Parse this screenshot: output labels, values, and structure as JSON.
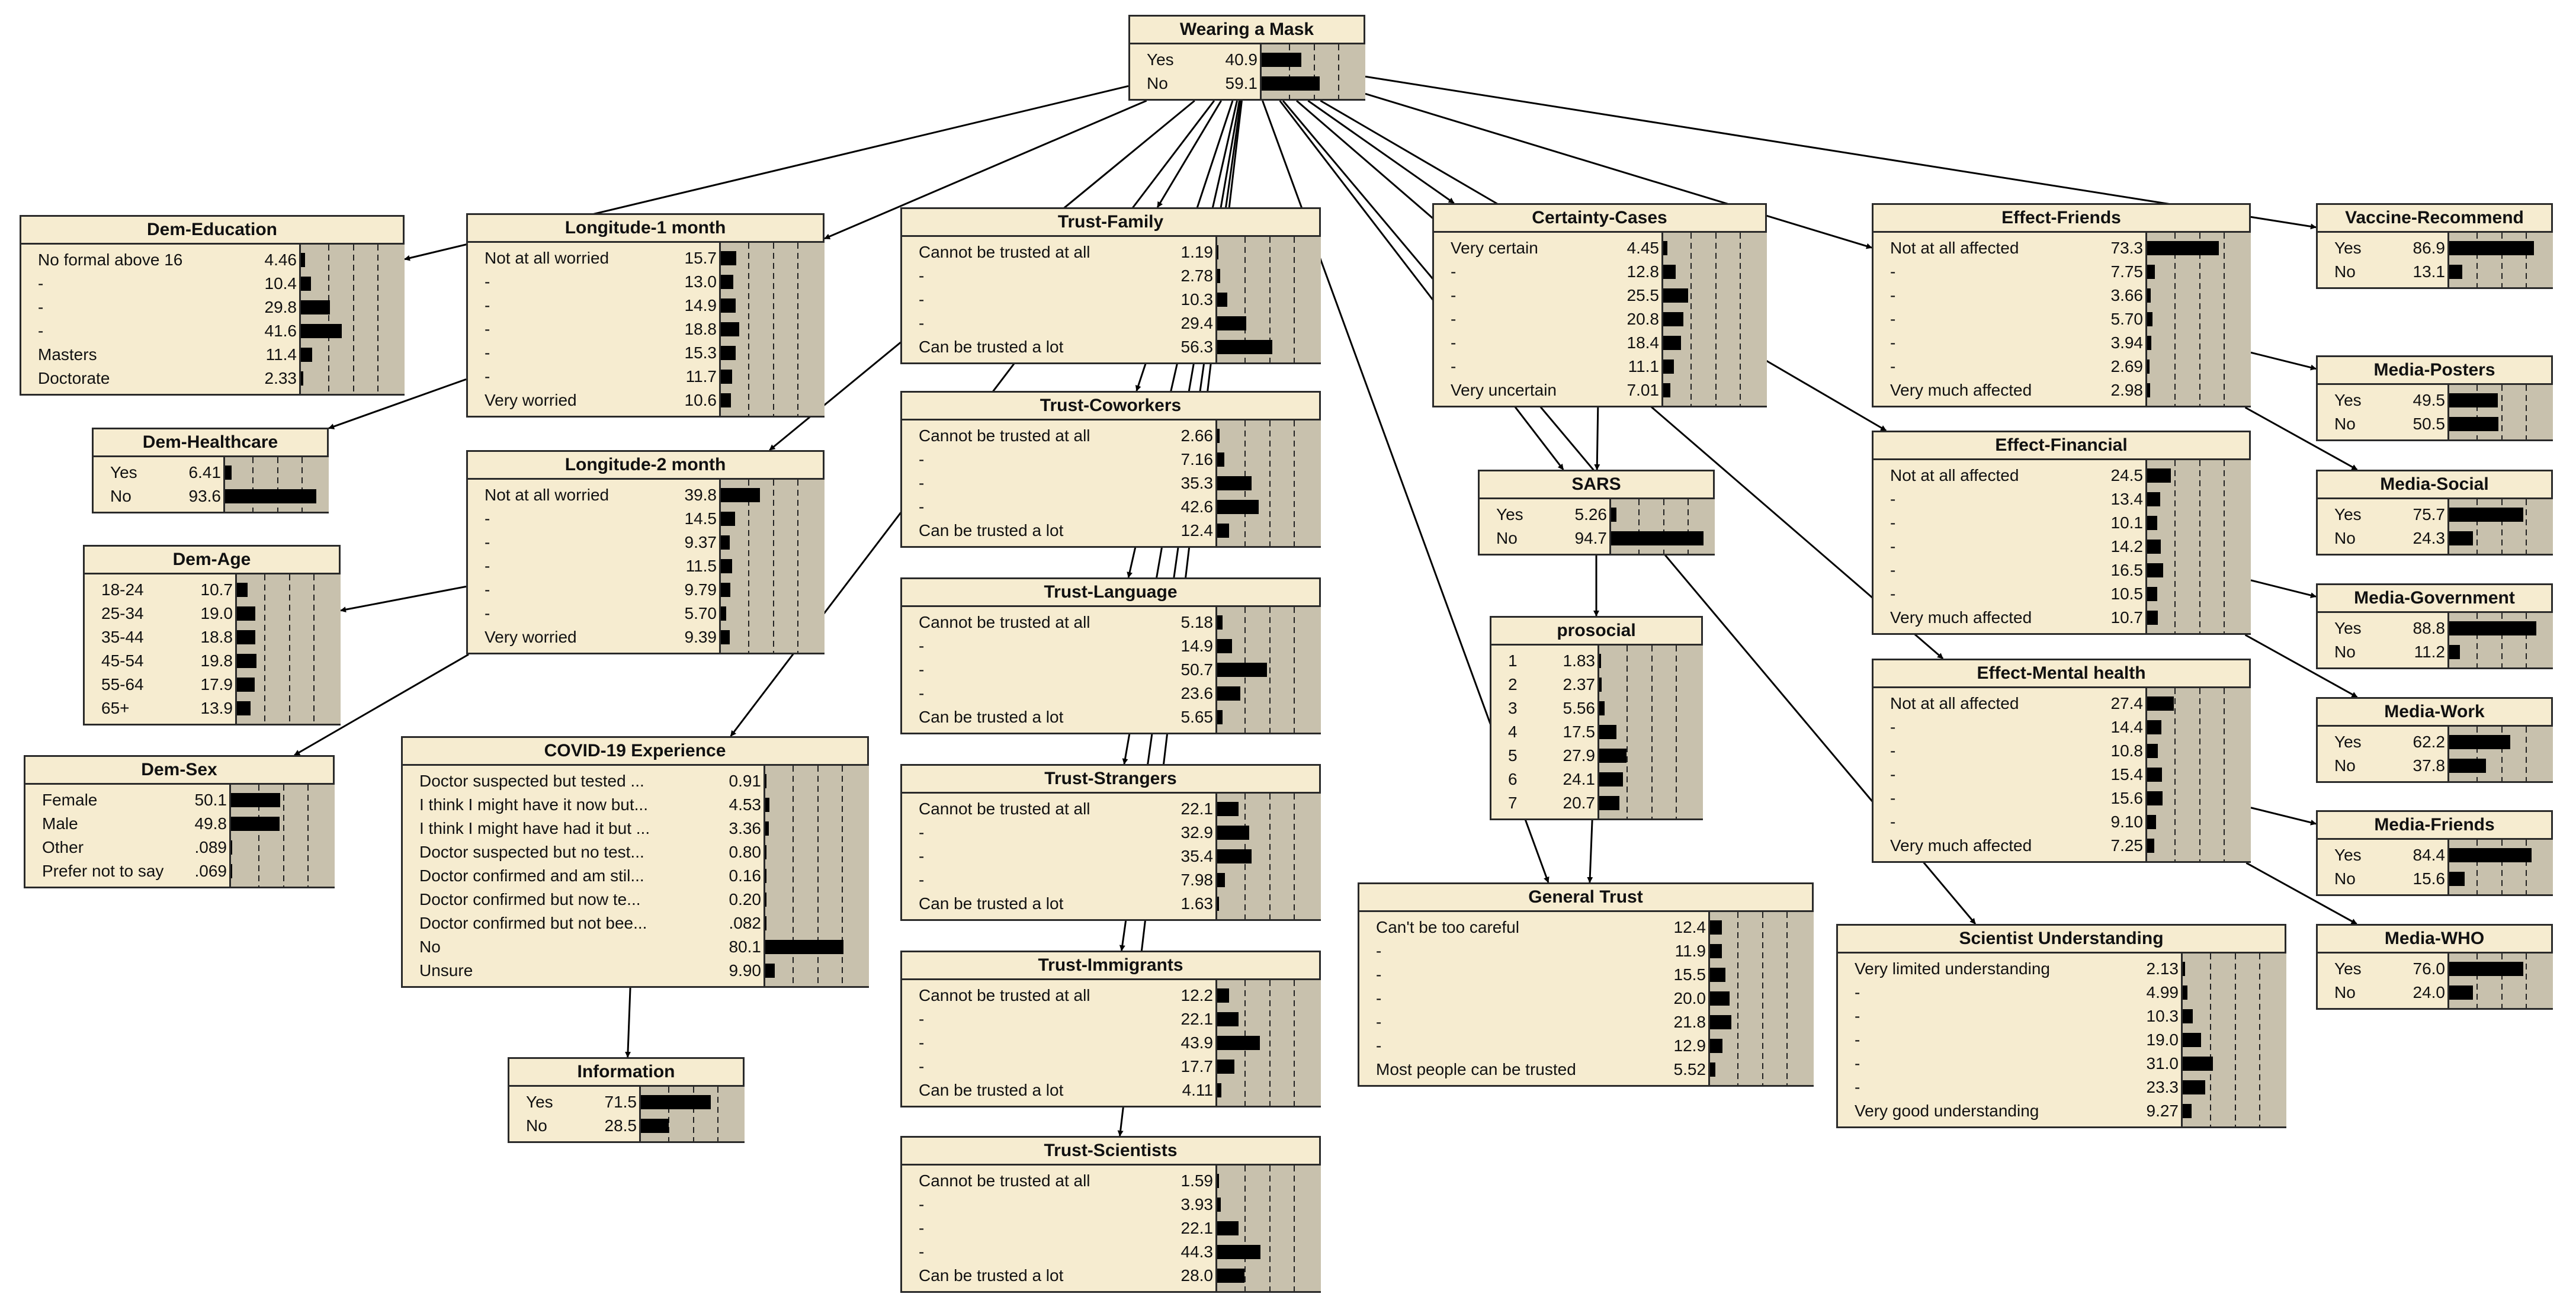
{
  "nodes": [
    {
      "id": "mask",
      "title": "Wearing a Mask",
      "states": [
        [
          "Yes",
          "40.9"
        ],
        [
          "No",
          "59.1"
        ]
      ]
    },
    {
      "id": "edu",
      "title": "Dem-Education",
      "states": [
        [
          "No formal above 16",
          "4.46"
        ],
        [
          "-",
          "10.4"
        ],
        [
          "-",
          "29.8"
        ],
        [
          "-",
          "41.6"
        ],
        [
          "Masters",
          "11.4"
        ],
        [
          "Doctorate",
          "2.33"
        ]
      ]
    },
    {
      "id": "lon1",
      "title": "Longitude-1 month",
      "states": [
        [
          "Not at all worried",
          "15.7"
        ],
        [
          "-",
          "13.0"
        ],
        [
          "-",
          "14.9"
        ],
        [
          "-",
          "18.8"
        ],
        [
          "-",
          "15.3"
        ],
        [
          "-",
          "11.7"
        ],
        [
          "Very worried",
          "10.6"
        ]
      ]
    },
    {
      "id": "lon2",
      "title": "Longitude-2 month",
      "states": [
        [
          "Not at all worried",
          "39.8"
        ],
        [
          "-",
          "14.5"
        ],
        [
          "-",
          "9.37"
        ],
        [
          "-",
          "11.5"
        ],
        [
          "-",
          "9.79"
        ],
        [
          "-",
          "5.70"
        ],
        [
          "Very worried",
          "9.39"
        ]
      ]
    },
    {
      "id": "health",
      "title": "Dem-Healthcare",
      "states": [
        [
          "Yes",
          "6.41"
        ],
        [
          "No",
          "93.6"
        ]
      ]
    },
    {
      "id": "age",
      "title": "Dem-Age",
      "states": [
        [
          "18-24",
          "10.7"
        ],
        [
          "25-34",
          "19.0"
        ],
        [
          "35-44",
          "18.8"
        ],
        [
          "45-54",
          "19.8"
        ],
        [
          "55-64",
          "17.9"
        ],
        [
          "65+",
          "13.9"
        ]
      ]
    },
    {
      "id": "sex",
      "title": "Dem-Sex",
      "states": [
        [
          "Female",
          "50.1"
        ],
        [
          "Male",
          "49.8"
        ],
        [
          "Other",
          ".089"
        ],
        [
          "Prefer not to say",
          ".069"
        ]
      ]
    },
    {
      "id": "covid",
      "title": "COVID-19 Experience",
      "states": [
        [
          "Doctor suspected but tested ...",
          "0.91"
        ],
        [
          "I think I might have it now but...",
          "4.53"
        ],
        [
          "I think I might have had it but ...",
          "3.36"
        ],
        [
          "Doctor suspected but no test...",
          "0.80"
        ],
        [
          "Doctor confirmed and am stil...",
          "0.16"
        ],
        [
          "Doctor confirmed but now te...",
          "0.20"
        ],
        [
          "Doctor confirmed but not bee...",
          ".082"
        ],
        [
          "No",
          "80.1"
        ],
        [
          "Unsure",
          "9.90"
        ]
      ]
    },
    {
      "id": "info",
      "title": "Information",
      "states": [
        [
          "Yes",
          "71.5"
        ],
        [
          "No",
          "28.5"
        ]
      ]
    },
    {
      "id": "tfam",
      "title": "Trust-Family",
      "states": [
        [
          "Cannot be trusted at all",
          "1.19"
        ],
        [
          "-",
          "2.78"
        ],
        [
          "-",
          "10.3"
        ],
        [
          "-",
          "29.4"
        ],
        [
          "Can be trusted a lot",
          "56.3"
        ]
      ]
    },
    {
      "id": "tcow",
      "title": "Trust-Coworkers",
      "states": [
        [
          "Cannot be trusted at all",
          "2.66"
        ],
        [
          "-",
          "7.16"
        ],
        [
          "-",
          "35.3"
        ],
        [
          "-",
          "42.6"
        ],
        [
          "Can be trusted a lot",
          "12.4"
        ]
      ]
    },
    {
      "id": "tlang",
      "title": "Trust-Language",
      "states": [
        [
          "Cannot be trusted at all",
          "5.18"
        ],
        [
          "-",
          "14.9"
        ],
        [
          "-",
          "50.7"
        ],
        [
          "-",
          "23.6"
        ],
        [
          "Can be trusted a lot",
          "5.65"
        ]
      ]
    },
    {
      "id": "tstr",
      "title": "Trust-Strangers",
      "states": [
        [
          "Cannot be trusted at all",
          "22.1"
        ],
        [
          "-",
          "32.9"
        ],
        [
          "-",
          "35.4"
        ],
        [
          "-",
          "7.98"
        ],
        [
          "Can be trusted a lot",
          "1.63"
        ]
      ]
    },
    {
      "id": "timm",
      "title": "Trust-Immigrants",
      "states": [
        [
          "Cannot be trusted at all",
          "12.2"
        ],
        [
          "-",
          "22.1"
        ],
        [
          "-",
          "43.9"
        ],
        [
          "-",
          "17.7"
        ],
        [
          "Can be trusted a lot",
          "4.11"
        ]
      ]
    },
    {
      "id": "tsci",
      "title": "Trust-Scientists",
      "states": [
        [
          "Cannot be trusted at all",
          "1.59"
        ],
        [
          "-",
          "3.93"
        ],
        [
          "-",
          "22.1"
        ],
        [
          "-",
          "44.3"
        ],
        [
          "Can be trusted a lot",
          "28.0"
        ]
      ]
    },
    {
      "id": "cert",
      "title": "Certainty-Cases",
      "states": [
        [
          "Very certain",
          "4.45"
        ],
        [
          "-",
          "12.8"
        ],
        [
          "-",
          "25.5"
        ],
        [
          "-",
          "20.8"
        ],
        [
          "-",
          "18.4"
        ],
        [
          "-",
          "11.1"
        ],
        [
          "Very uncertain",
          "7.01"
        ]
      ]
    },
    {
      "id": "sars",
      "title": "SARS",
      "states": [
        [
          "Yes",
          "5.26"
        ],
        [
          "No",
          "94.7"
        ]
      ]
    },
    {
      "id": "pro",
      "title": "prosocial",
      "states": [
        [
          "1",
          "1.83"
        ],
        [
          "2",
          "2.37"
        ],
        [
          "3",
          "5.56"
        ],
        [
          "4",
          "17.5"
        ],
        [
          "5",
          "27.9"
        ],
        [
          "6",
          "24.1"
        ],
        [
          "7",
          "20.7"
        ]
      ]
    },
    {
      "id": "gtrust",
      "title": "General Trust",
      "states": [
        [
          "Can't be too careful",
          "12.4"
        ],
        [
          "-",
          "11.9"
        ],
        [
          "-",
          "15.5"
        ],
        [
          "-",
          "20.0"
        ],
        [
          "-",
          "21.8"
        ],
        [
          "-",
          "12.9"
        ],
        [
          "Most people can be trusted",
          "5.52"
        ]
      ]
    },
    {
      "id": "efr",
      "title": "Effect-Friends",
      "states": [
        [
          "Not at all affected",
          "73.3"
        ],
        [
          "-",
          "7.75"
        ],
        [
          "-",
          "3.66"
        ],
        [
          "-",
          "5.70"
        ],
        [
          "-",
          "3.94"
        ],
        [
          "-",
          "2.69"
        ],
        [
          "Very much affected",
          "2.98"
        ]
      ]
    },
    {
      "id": "efin",
      "title": "Effect-Financial",
      "states": [
        [
          "Not at all affected",
          "24.5"
        ],
        [
          "-",
          "13.4"
        ],
        [
          "-",
          "10.1"
        ],
        [
          "-",
          "14.2"
        ],
        [
          "-",
          "16.5"
        ],
        [
          "-",
          "10.5"
        ],
        [
          "Very much affected",
          "10.7"
        ]
      ]
    },
    {
      "id": "emh",
      "title": "Effect-Mental health",
      "states": [
        [
          "Not at all affected",
          "27.4"
        ],
        [
          "-",
          "14.4"
        ],
        [
          "-",
          "10.8"
        ],
        [
          "-",
          "15.4"
        ],
        [
          "-",
          "15.6"
        ],
        [
          "-",
          "9.10"
        ],
        [
          "Very much affected",
          "7.25"
        ]
      ]
    },
    {
      "id": "sci",
      "title": "Scientist Understanding",
      "states": [
        [
          "Very limited understanding",
          "2.13"
        ],
        [
          "-",
          "4.99"
        ],
        [
          "-",
          "10.3"
        ],
        [
          "-",
          "19.0"
        ],
        [
          "-",
          "31.0"
        ],
        [
          "-",
          "23.3"
        ],
        [
          "Very good understanding",
          "9.27"
        ]
      ]
    },
    {
      "id": "vac",
      "title": "Vaccine-Recommend",
      "states": [
        [
          "Yes",
          "86.9"
        ],
        [
          "No",
          "13.1"
        ]
      ]
    },
    {
      "id": "mpos",
      "title": "Media-Posters",
      "states": [
        [
          "Yes",
          "49.5"
        ],
        [
          "No",
          "50.5"
        ]
      ]
    },
    {
      "id": "msoc",
      "title": "Media-Social",
      "states": [
        [
          "Yes",
          "75.7"
        ],
        [
          "No",
          "24.3"
        ]
      ]
    },
    {
      "id": "mgov",
      "title": "Media-Government",
      "states": [
        [
          "Yes",
          "88.8"
        ],
        [
          "No",
          "11.2"
        ]
      ]
    },
    {
      "id": "mwork",
      "title": "Media-Work",
      "states": [
        [
          "Yes",
          "62.2"
        ],
        [
          "No",
          "37.8"
        ]
      ]
    },
    {
      "id": "mfri",
      "title": "Media-Friends",
      "states": [
        [
          "Yes",
          "84.4"
        ],
        [
          "No",
          "15.6"
        ]
      ]
    },
    {
      "id": "mwho",
      "title": "Media-WHO",
      "states": [
        [
          "Yes",
          "76.0"
        ],
        [
          "No",
          "24.0"
        ]
      ]
    }
  ],
  "edges": [
    [
      "mask",
      "edu"
    ],
    [
      "mask",
      "lon1"
    ],
    [
      "mask",
      "lon2"
    ],
    [
      "mask",
      "covid"
    ],
    [
      "mask",
      "tfam"
    ],
    [
      "mask",
      "tcow"
    ],
    [
      "mask",
      "tlang"
    ],
    [
      "mask",
      "tstr"
    ],
    [
      "mask",
      "timm"
    ],
    [
      "mask",
      "tsci"
    ],
    [
      "mask",
      "cert"
    ],
    [
      "mask",
      "sars"
    ],
    [
      "mask",
      "gtrust"
    ],
    [
      "mask",
      "efr"
    ],
    [
      "mask",
      "efin"
    ],
    [
      "mask",
      "emh"
    ],
    [
      "mask",
      "sci"
    ],
    [
      "mask",
      "vac"
    ],
    [
      "lon1",
      "health"
    ],
    [
      "lon2",
      "age"
    ],
    [
      "lon2",
      "sex"
    ],
    [
      "covid",
      "info"
    ],
    [
      "cert",
      "sars"
    ],
    [
      "sars",
      "pro"
    ],
    [
      "pro",
      "gtrust"
    ],
    [
      "efr",
      "mpos"
    ],
    [
      "efr",
      "msoc"
    ],
    [
      "efin",
      "mgov"
    ],
    [
      "efin",
      "mwork"
    ],
    [
      "emh",
      "mfri"
    ],
    [
      "emh",
      "mwho"
    ]
  ]
}
